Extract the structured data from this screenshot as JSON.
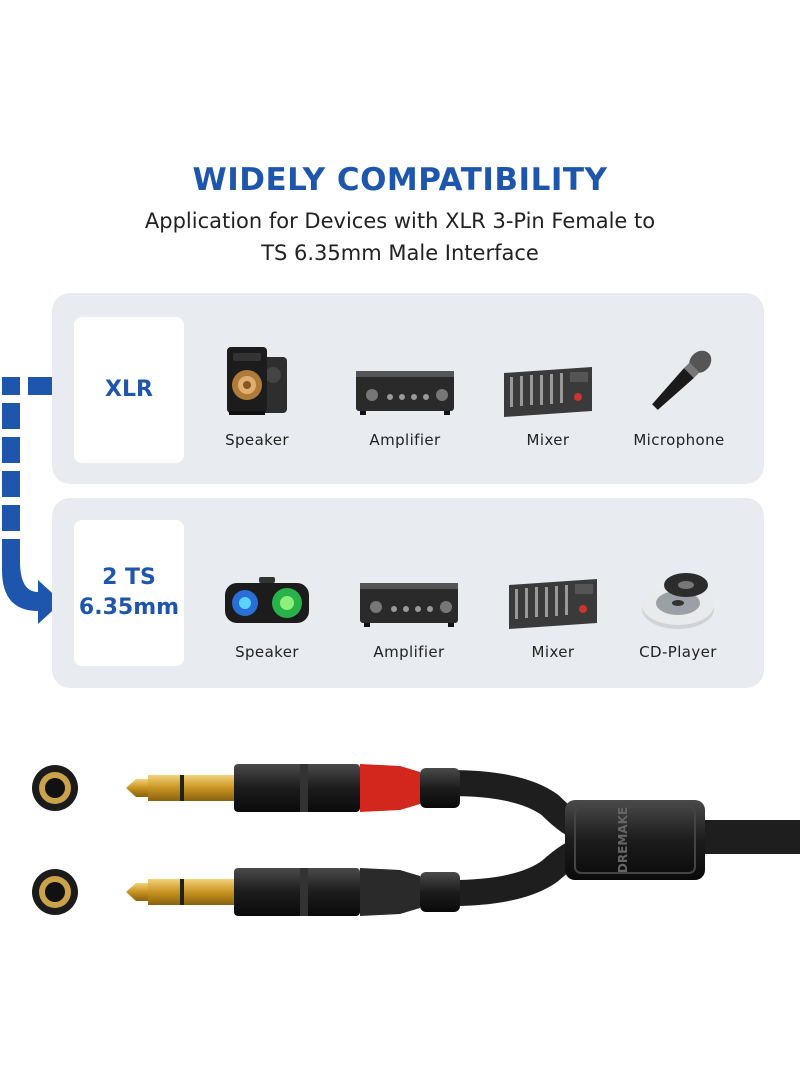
{
  "header": {
    "title": "WIDELY COMPATIBILITY",
    "subtitle_line1": "Application for Devices with XLR 3-Pin Female to",
    "subtitle_line2": "TS 6.35mm Male Interface"
  },
  "rows": [
    {
      "label_line1": "XLR",
      "label_line2": "",
      "devices": [
        {
          "name": "Speaker",
          "icon": "bookshelf-speaker-icon"
        },
        {
          "name": "Amplifier",
          "icon": "amplifier-icon"
        },
        {
          "name": "Mixer",
          "icon": "mixer-icon"
        },
        {
          "name": "Microphone",
          "icon": "microphone-icon"
        }
      ]
    },
    {
      "label_line1": "2 TS",
      "label_line2": "6.35mm",
      "devices": [
        {
          "name": "Speaker",
          "icon": "bluetooth-speaker-icon"
        },
        {
          "name": "Amplifier",
          "icon": "amplifier-icon"
        },
        {
          "name": "Mixer",
          "icon": "mixer-icon"
        },
        {
          "name": "CD-Player",
          "icon": "cd-player-icon"
        }
      ]
    }
  ],
  "cable": {
    "brand": "DREMAKE"
  },
  "colors": {
    "accent": "#1f56ad",
    "panel": "#e8ebf0",
    "red_ring": "#d3261d",
    "gold": "#d4a437"
  }
}
